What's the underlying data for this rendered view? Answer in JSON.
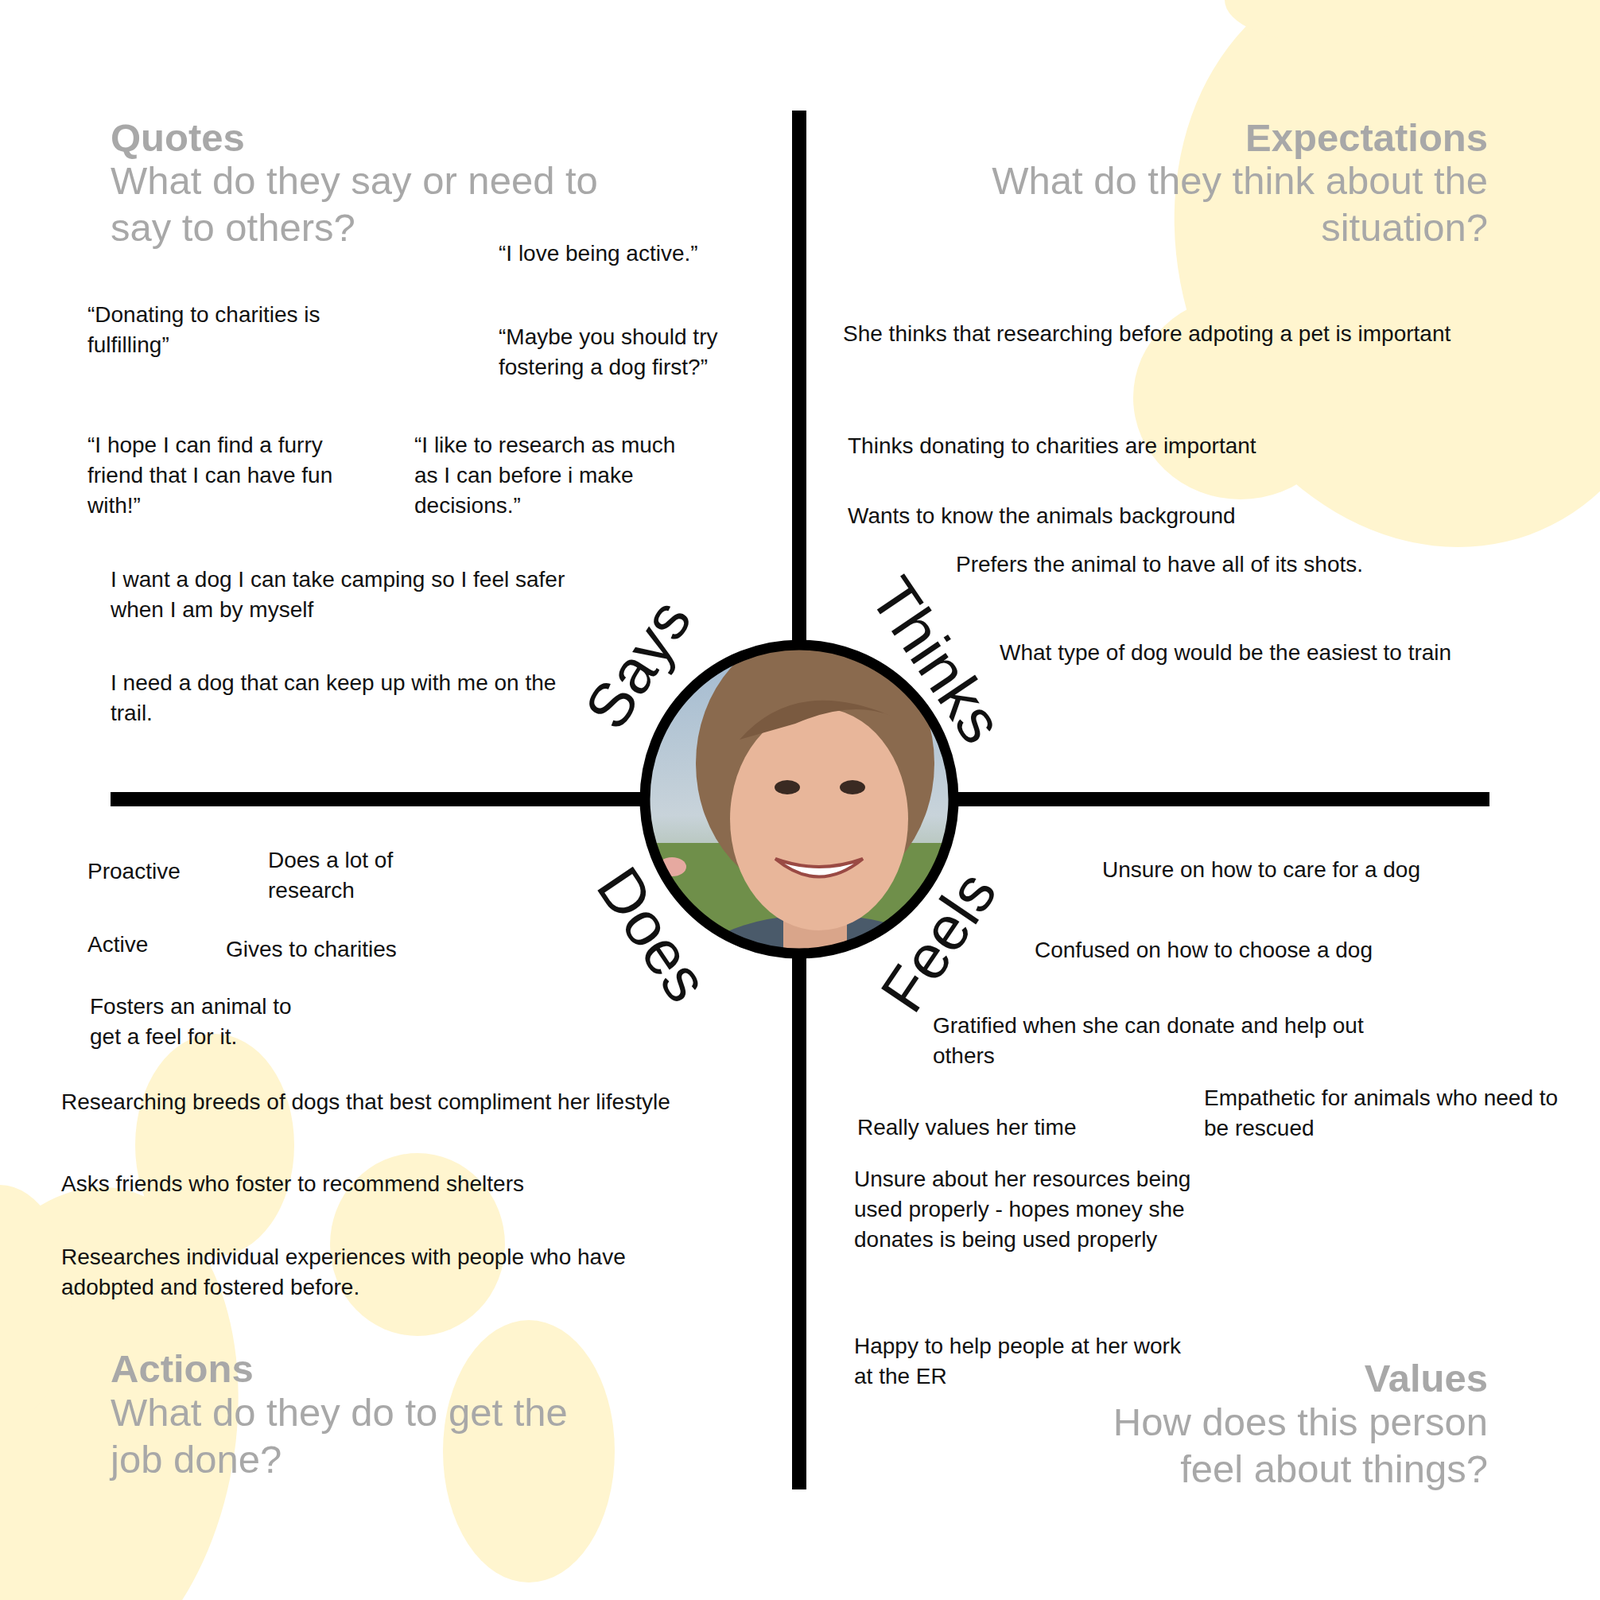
{
  "diagram": {
    "labels": [
      "Quotes",
      "What do they say or need to say to others?",
      "“I love being active.”",
      "“Donating to charities is fulfilling”",
      "“Maybe you should try fostering a dog first?”",
      "“I hope I can find a furry friend that I can have fun with!”",
      "“I like to research as much as I can before i make decisions.”",
      "I want a dog I can take camping so I feel safer when I am by myself",
      "I need a dog that can keep up with me on the trail.",
      "Says",
      "Expectations",
      "What do they think about the situation?",
      "She thinks that researching before adpoting a pet is important",
      "Thinks donating to charities are important",
      "Wants to know the animals background",
      "Prefers the animal to have all of its shots.",
      "What type of dog would be the easiest to train",
      "Thinks",
      "Proactive",
      "Does a lot of research",
      "Active",
      "Gives to charities",
      "Fosters an animal to get a feel for it.",
      "Researching breeds of dogs that best compliment her lifestyle",
      "Asks friends who foster to recommend shelters",
      "Researches individual experiences with people who have adobpted and fostered before.",
      "Actions",
      "What do they do to get the job done?",
      "Does",
      "Unsure on how to care for a dog",
      "Confused on how to choose a dog",
      "Gratified when she can donate and help out others",
      "Empathetic for animals who need to be rescued",
      "Really values her time",
      "Unsure about her resources being used properly - hopes money she donates is being used properly",
      "Happy to help people at her work at the ER",
      "Values",
      "How does this person feel about things?",
      "Feels"
    ]
  }
}
